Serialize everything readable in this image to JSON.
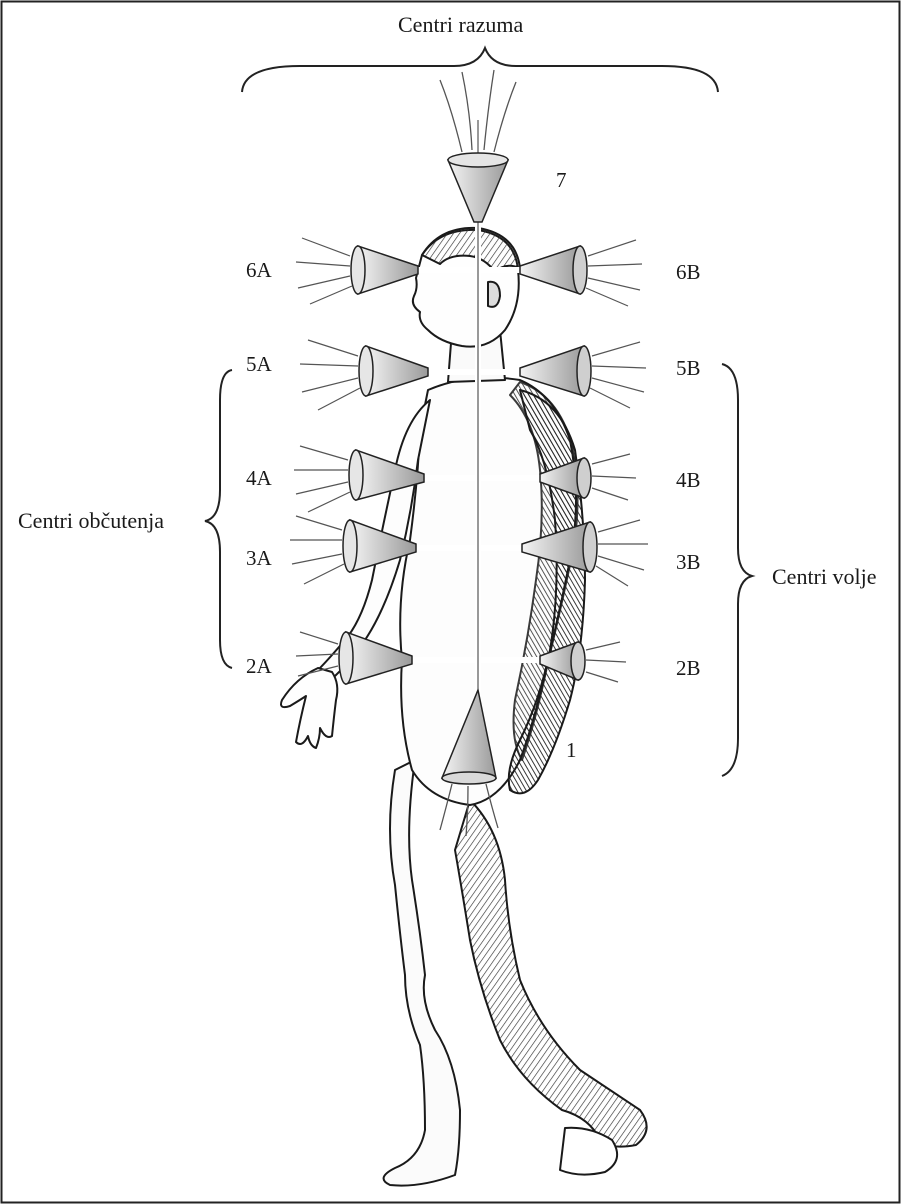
{
  "header": {
    "title": "Centri razuma"
  },
  "groups": {
    "left": "Centri občutenja",
    "right": "Centri volje"
  },
  "labels": {
    "c7": "7",
    "c1": "1",
    "c6a": "6A",
    "c6b": "6B",
    "c5a": "5A",
    "c5b": "5B",
    "c4a": "4A",
    "c4b": "4B",
    "c3a": "3A",
    "c3b": "3B",
    "c2a": "2A",
    "c2b": "2B"
  }
}
